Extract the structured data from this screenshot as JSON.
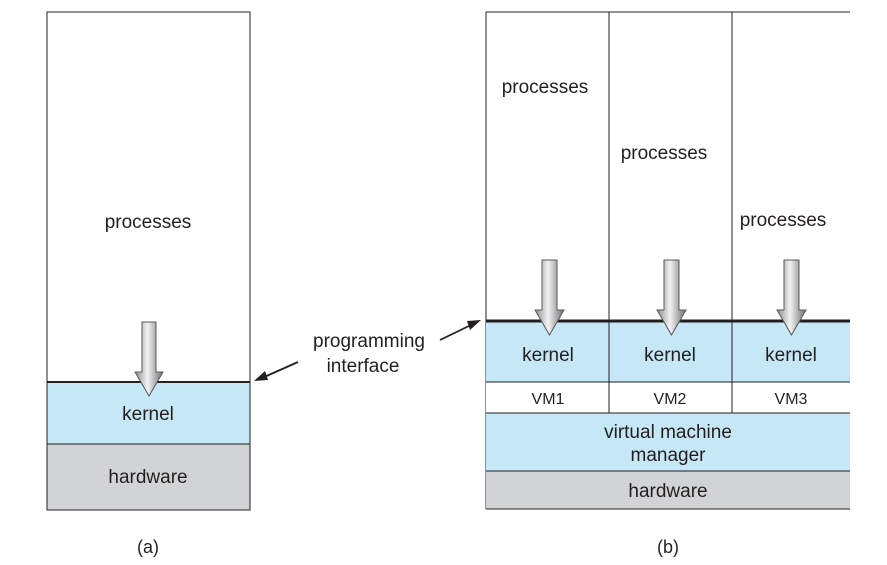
{
  "panel_a": {
    "processes_label": "processes",
    "kernel_label": "kernel",
    "hardware_label": "hardware",
    "caption": "(a)"
  },
  "panel_b": {
    "columns": [
      {
        "processes_label": "processes",
        "kernel_label": "kernel",
        "vm_label": "VM1"
      },
      {
        "processes_label": "processes",
        "kernel_label": "kernel",
        "vm_label": "VM2"
      },
      {
        "processes_label": "processes",
        "kernel_label": "kernel",
        "vm_label": "VM3"
      }
    ],
    "vmm_label_line1": "virtual machine",
    "vmm_label_line2": "manager",
    "hardware_label": "hardware",
    "caption": "(b)"
  },
  "callout": {
    "line1": "programming",
    "line2": "interface"
  },
  "colors": {
    "kernel_fill": "#c6e7f6",
    "hardware_fill": "#d2d3d4",
    "border": "#231f20",
    "text": "#231f20"
  }
}
